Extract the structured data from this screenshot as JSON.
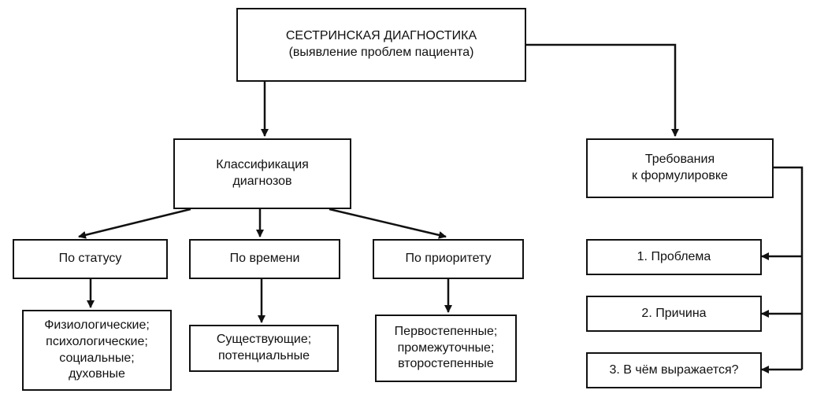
{
  "diagram": {
    "root": {
      "line1": "СЕСТРИНСКАЯ ДИАГНОСТИКА",
      "line2": "(выявление проблем пациента)"
    },
    "classification": {
      "line1": "Классификация",
      "line2": "диагнозов"
    },
    "requirements": {
      "line1": "Требования",
      "line2": "к формулировке"
    },
    "categories": [
      {
        "label": "По статусу",
        "details": [
          "Физиологические;",
          "психологические;",
          "социальные;",
          "духовные"
        ]
      },
      {
        "label": "По времени",
        "details": [
          "Существующие;",
          "потенциальные"
        ]
      },
      {
        "label": "По приоритету",
        "details": [
          "Первостепенные;",
          "промежуточные;",
          "второстепенные"
        ]
      }
    ],
    "requirement_items": [
      "1. Проблема",
      "2. Причина",
      "3. В чём выражается?"
    ]
  }
}
